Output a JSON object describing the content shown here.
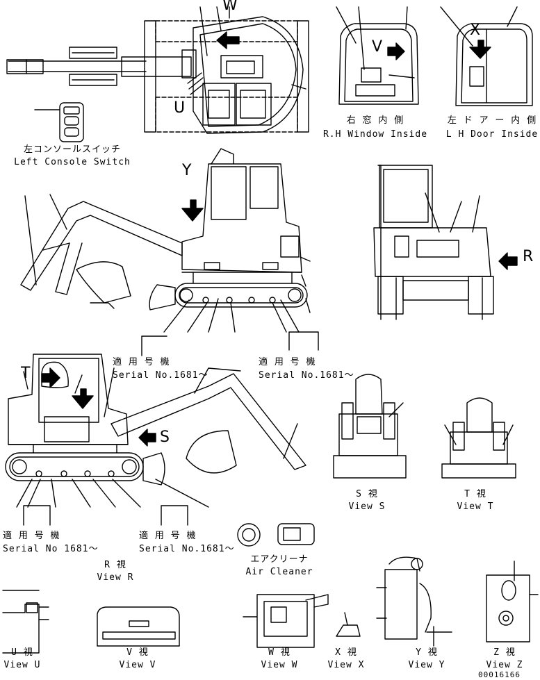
{
  "view_letters": {
    "w": "W",
    "v": "V",
    "x": "X",
    "u": "U",
    "y": "Y",
    "r": "R",
    "s": "S",
    "t": "T"
  },
  "labels": {
    "left_console_jp": "左コンソールスイッチ",
    "left_console_en": "Left Console Switch",
    "rh_window_jp": "右 窓 内 側",
    "rh_window_en": "R.H  Window Inside",
    "lh_door_jp": "左 ド ア ー 内 側",
    "lh_door_en": "L H  Door Inside",
    "serial_jp": "適 用 号 機",
    "serial_1": "Serial No.1681～",
    "serial_2": "Serial No.1681～",
    "serial_3": "Serial No 1681～",
    "serial_4": "Serial No.1681～",
    "view_s_jp": "S   視",
    "view_s_en": "View S",
    "view_t_jp": "T   視",
    "view_t_en": "View T",
    "view_r_jp": "R   視",
    "view_r_en": "View R",
    "air_cleaner_jp": "エアクリーナ",
    "air_cleaner_en": "Air Cleaner",
    "view_u_jp": "U   視",
    "view_u_en": "View U",
    "view_v_jp": "V   視",
    "view_v_en": "View V",
    "view_w_jp": "W   視",
    "view_w_en": "View W",
    "view_x_jp": "X   視",
    "view_x_en": "View X",
    "view_y_jp": "Y   視",
    "view_y_en": "View Y",
    "view_z_jp": "Z   視",
    "view_z_en": "View Z",
    "drawing_number": "00016166"
  },
  "colors": {
    "line": "#000000",
    "background": "#ffffff"
  }
}
